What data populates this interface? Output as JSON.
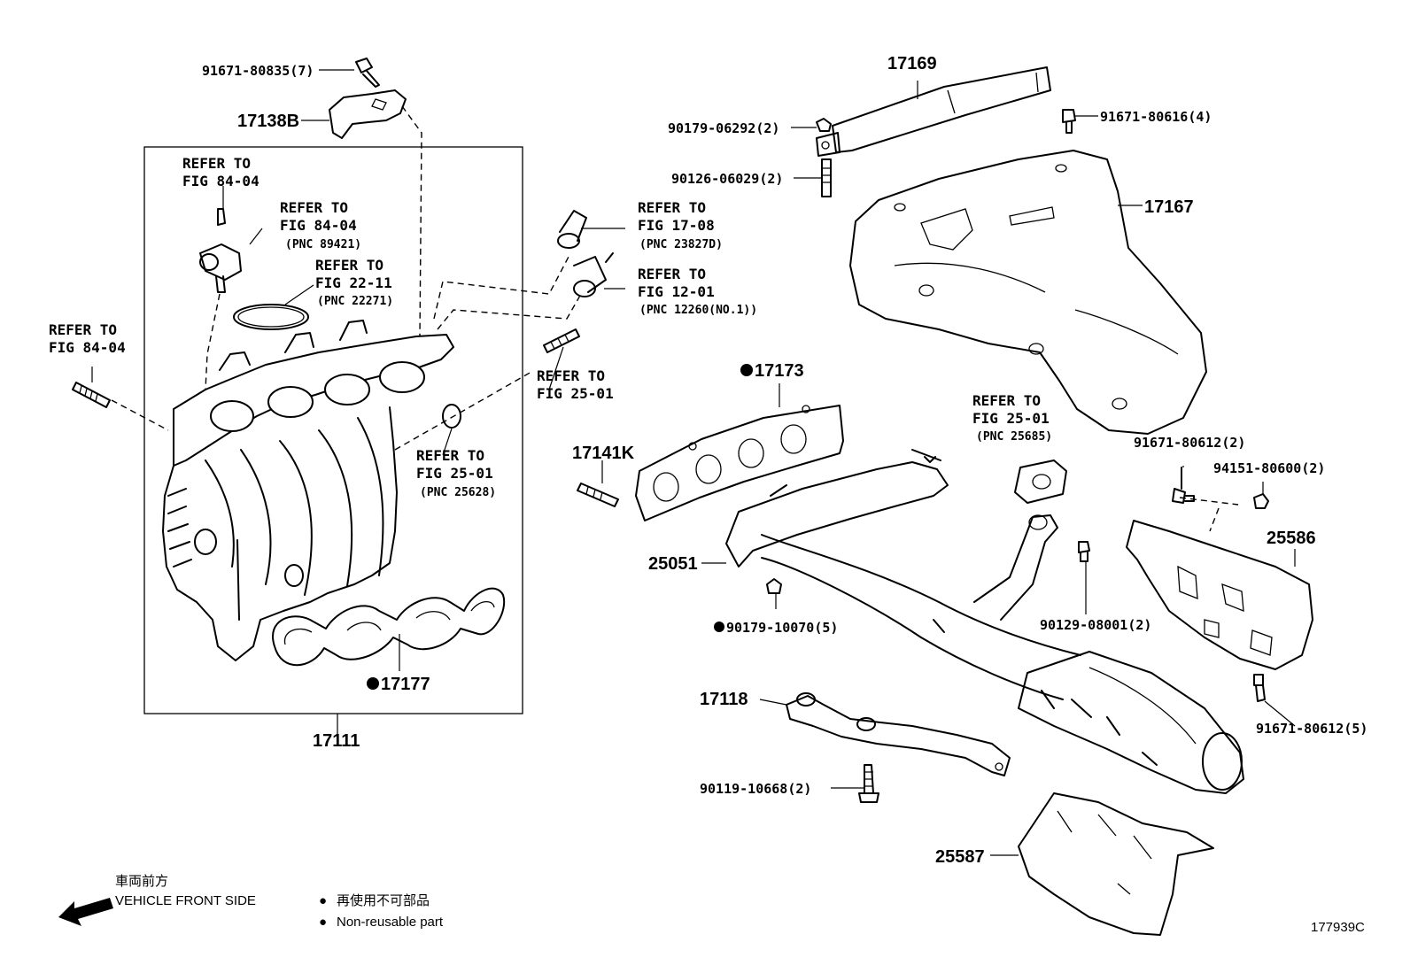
{
  "labels": {
    "p_91671_80835": "91671-80835(7)",
    "p_17138B": "17138B",
    "p_17169": "17169",
    "p_90179_06292": "90179-06292(2)",
    "p_91671_80616": "91671-80616(4)",
    "p_90126_06029": "90126-06029(2)",
    "p_17167": "17167",
    "p_17173": "17173",
    "p_17141K": "17141K",
    "p_25051": "25051",
    "p_90179_10070": "90179-10070(5)",
    "p_90129_08001": "90129-08001(2)",
    "p_91671_80612a": "91671-80612(2)",
    "p_94151_80600": "94151-80600(2)",
    "p_25586": "25586",
    "p_91671_80612b": "91671-80612(5)",
    "p_17118": "17118",
    "p_90119_10668": "90119-10668(2)",
    "p_25587": "25587",
    "p_17177": "17177",
    "p_17111": "17111"
  },
  "refs": {
    "r1": {
      "l1": "REFER TO",
      "l2": "FIG 84-04",
      "l3": ""
    },
    "r2": {
      "l1": "REFER TO",
      "l2": "FIG 84-04",
      "l3": "(PNC 89421)"
    },
    "r3": {
      "l1": "REFER TO",
      "l2": "FIG 22-11",
      "l3": "(PNC 22271)"
    },
    "r4": {
      "l1": "REFER TO",
      "l2": "FIG 84-04",
      "l3": ""
    },
    "r5": {
      "l1": "REFER TO",
      "l2": "FIG 17-08",
      "l3": "(PNC 23827D)"
    },
    "r6": {
      "l1": "REFER TO",
      "l2": "FIG 12-01",
      "l3": "(PNC 12260(NO.1))"
    },
    "r7": {
      "l1": "REFER TO",
      "l2": "FIG 25-01",
      "l3": ""
    },
    "r8": {
      "l1": "REFER TO",
      "l2": "FIG 25-01",
      "l3": "(PNC 25628)"
    },
    "r9": {
      "l1": "REFER TO",
      "l2": "FIG 25-01",
      "l3": "(PNC 25685)"
    }
  },
  "legend": {
    "front_jp": "車両前方",
    "front_en": "VEHICLE FRONT SIDE",
    "nonreuse_jp": "再使用不可部品",
    "nonreuse_en": "Non-reusable part",
    "bullet": "●"
  },
  "catalog_id": "177939C"
}
